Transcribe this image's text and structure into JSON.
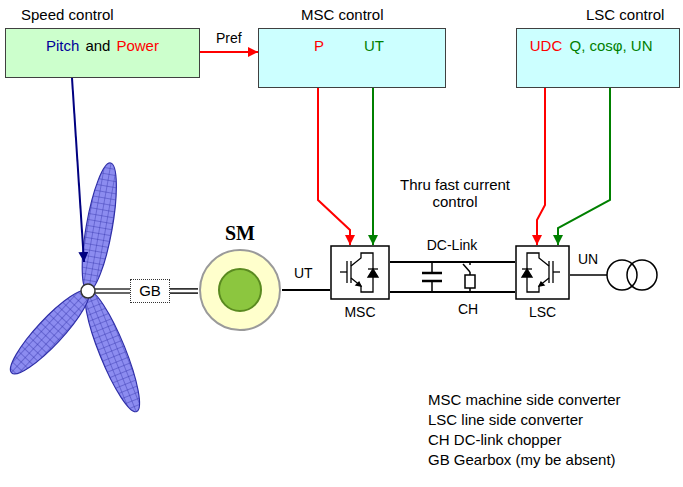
{
  "diagram": {
    "nodes": [
      {
        "text": [
          "Speed control",
          "Pitch",
          "and",
          "Power"
        ]
      },
      {
        "text": [
          "MSC control",
          "P",
          "UT"
        ]
      },
      {
        "text": [
          "LSC control",
          "UDC",
          "Q, cosφ, UN"
        ]
      },
      {
        "text": [
          "GB"
        ]
      },
      {
        "text": [
          "SM"
        ]
      },
      {
        "text": [
          "MSC"
        ]
      },
      {
        "text": [
          "LSC"
        ]
      }
    ],
    "edges": [
      {
        "from": 0,
        "to": 1,
        "arrow": "to",
        "label": "Pref"
      },
      {
        "from": 1,
        "to": 5,
        "arrow": "to"
      },
      {
        "from": 1,
        "to": 5,
        "arrow": "to"
      },
      {
        "from": 2,
        "to": 6,
        "arrow": "to"
      },
      {
        "from": 2,
        "to": 6,
        "arrow": "to"
      },
      {
        "from": 3,
        "to": 4,
        "arrow": "none"
      },
      {
        "from": 4,
        "to": 5,
        "arrow": "none",
        "label": "UT"
      },
      {
        "from": 5,
        "to": 6,
        "arrow": "none"
      },
      {
        "from": 5,
        "to": 6,
        "arrow": "none"
      }
    ],
    "labels": [
      "Thru fast current control",
      "DC-Link",
      "CH",
      "UN"
    ],
    "legend": [
      {
        "text": "MSC machine side converter"
      },
      {
        "text": "LSC line side converter"
      },
      {
        "text": "CH DC-link chopper"
      },
      {
        "text": "GB Gearbox (my be absent)"
      }
    ]
  }
}
